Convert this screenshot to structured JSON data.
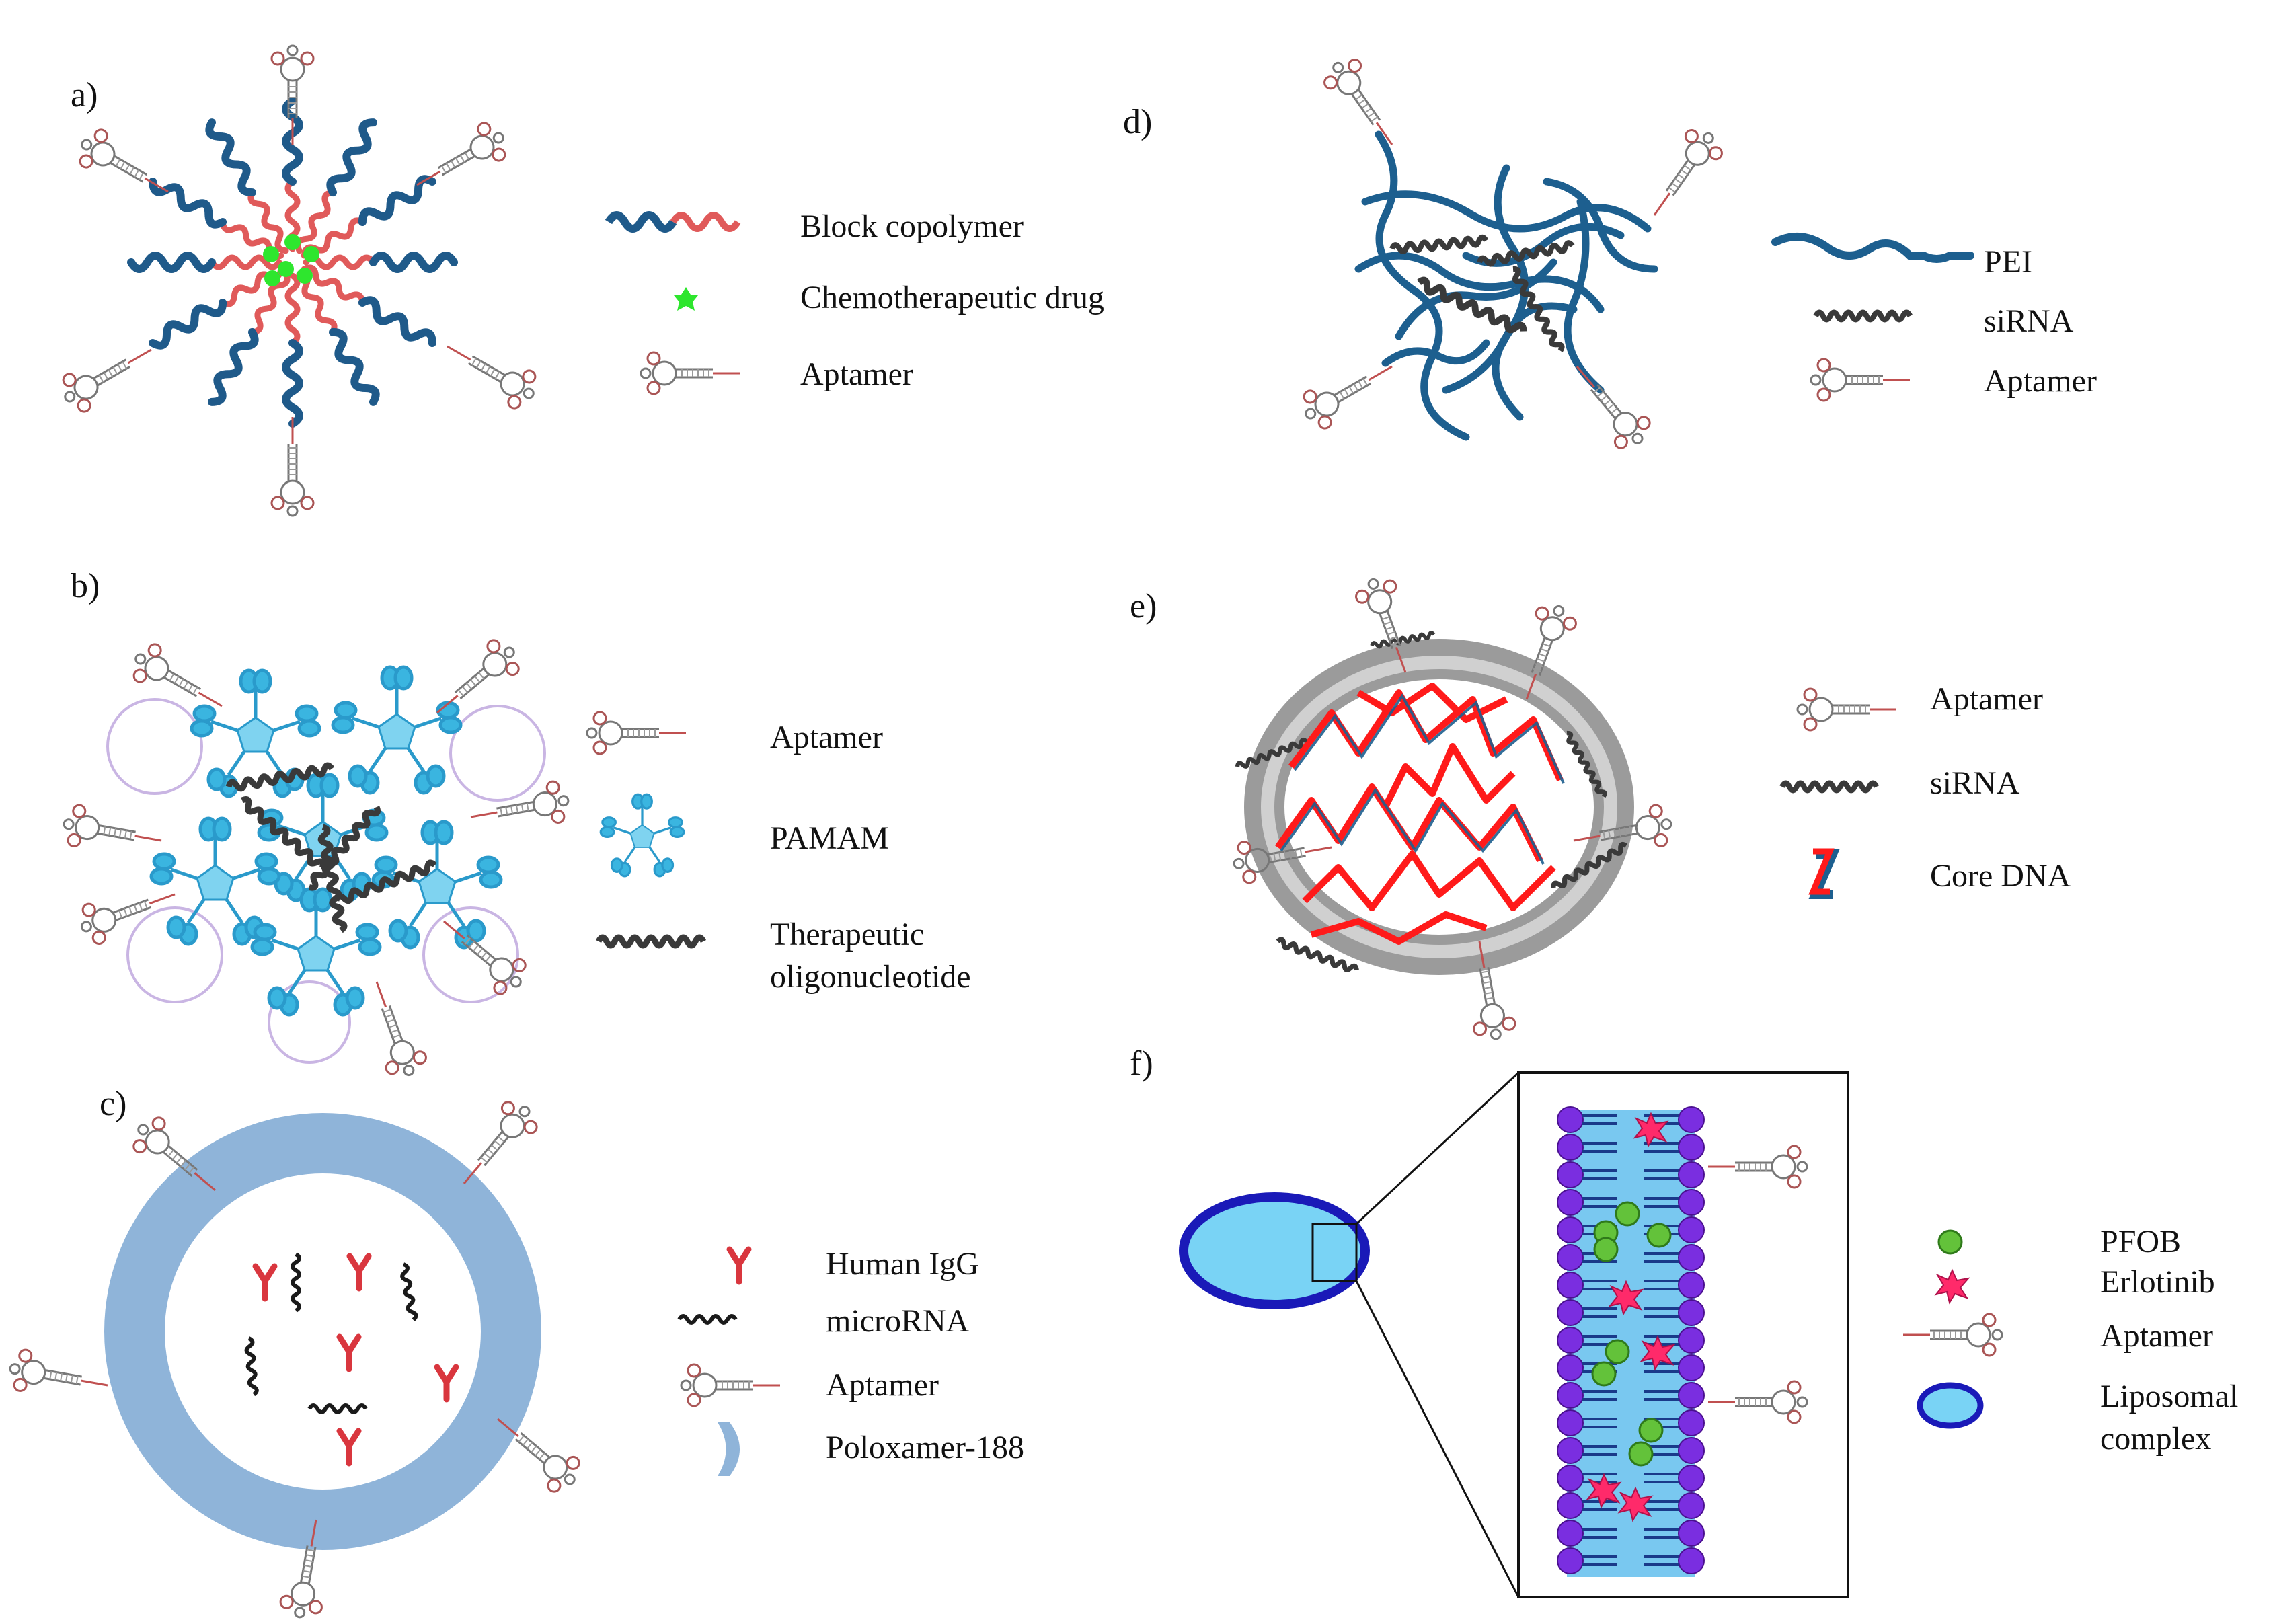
{
  "panels": {
    "a": {
      "label": "a)",
      "legend": [
        "Block copolymer",
        "Chemotherapeutic drug",
        "Aptamer"
      ]
    },
    "b": {
      "label": "b)",
      "legend": [
        "Aptamer",
        "PAMAM",
        "Therapeutic",
        "oligonucleotide"
      ]
    },
    "c": {
      "label": "c)",
      "legend": [
        "Human IgG",
        "microRNA",
        "Aptamer",
        "Poloxamer-188"
      ]
    },
    "d": {
      "label": "d)",
      "legend": [
        "PEI",
        "siRNA",
        "Aptamer"
      ]
    },
    "e": {
      "label": "e)",
      "legend": [
        "Aptamer",
        "siRNA",
        "Core DNA"
      ]
    },
    "f": {
      "label": "f)",
      "legend": [
        "PFOB",
        "Erlotinib",
        "Aptamer",
        "Liposomal",
        "complex"
      ]
    }
  },
  "colors": {
    "block_hydrophilic": "#1f5a8a",
    "block_hydrophobic": "#e05a5a",
    "drug": "#2ee62e",
    "pamam": "#3ab5e0",
    "oligo": "#3a3a3a",
    "igg": "#d9363e",
    "poloxamer": "#8fb4d9",
    "pei": "#1d5f8f",
    "core_dna_red": "#ff1a1a",
    "liposome_fill": "#79d3f5",
    "liposome_border": "#1a1ab8",
    "lipid_head": "#7a2ee0",
    "pfob": "#63c23a",
    "erlotinib": "#ff2a6a"
  }
}
